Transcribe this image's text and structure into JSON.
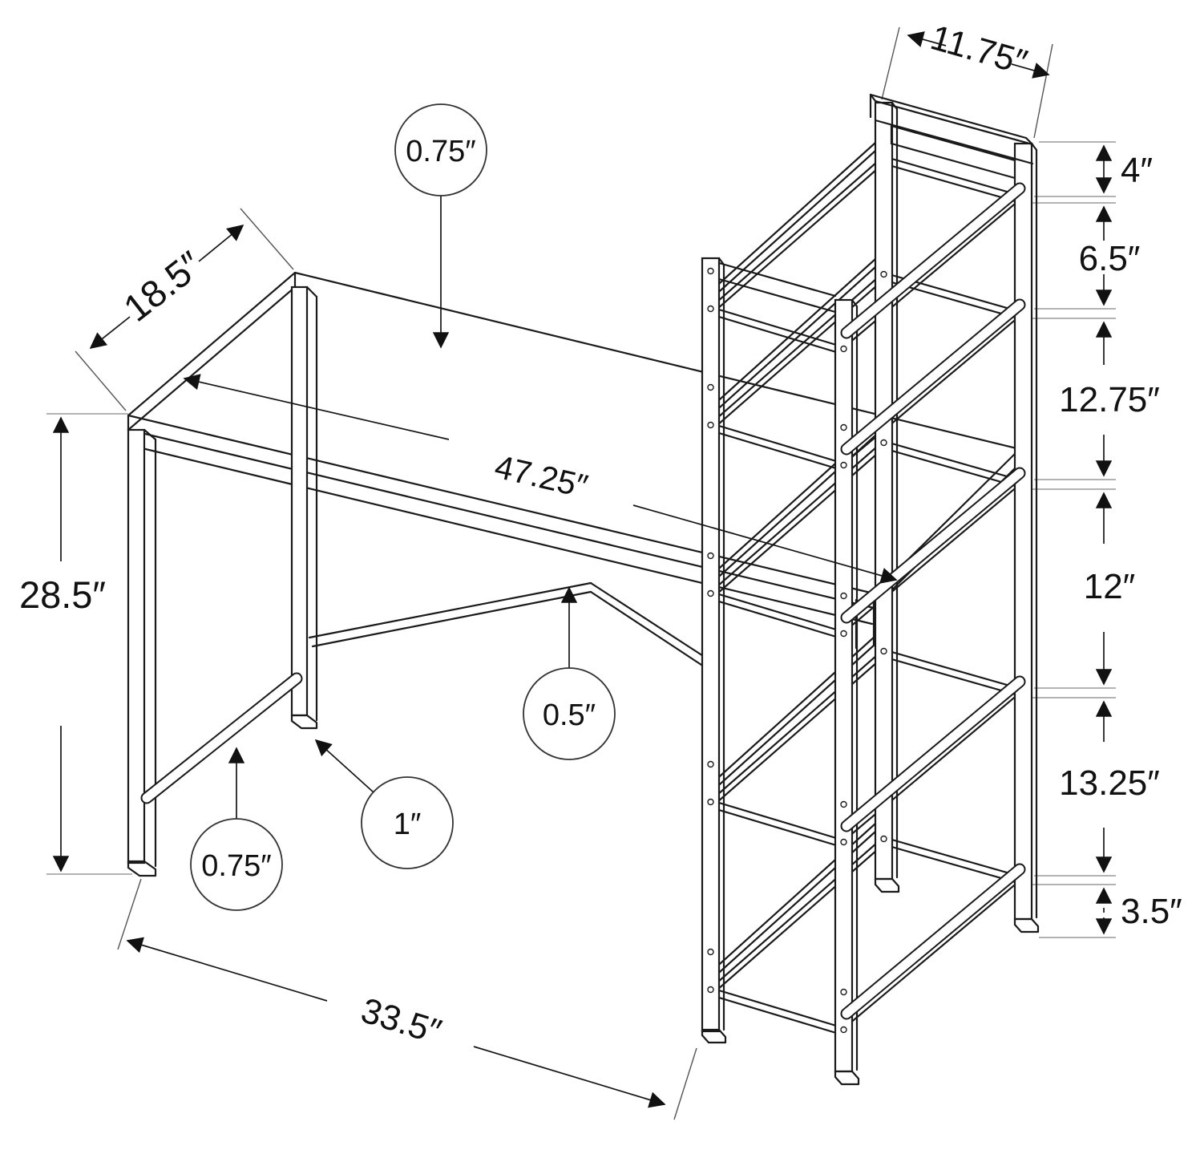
{
  "drawing": {
    "type": "furniture-dimension-diagram",
    "subject": "computer desk with attached 5-tier side bookshelf",
    "background_color": "#ffffff",
    "line_color": "#1a1a1a",
    "dimension_line_color": "#161616",
    "tick_color": "#9a9a9a",
    "labels": {
      "desk_top_thickness": "0.75″",
      "desk_depth": "18.5″",
      "desk_height": "28.5″",
      "desk_top_width": "47.25″",
      "brace_thickness": "0.5″",
      "stretcher_thickness": "0.75″",
      "leg_thickness": "1″",
      "desk_base_width": "33.5″",
      "shelf_depth": "11.75″",
      "gap_top": "4″",
      "gap_shelf1": "6.5″",
      "gap_shelf2": "12.75″",
      "gap_shelf3": "12″",
      "gap_shelf4": "13.25″",
      "gap_bottom": "3.5″"
    }
  }
}
